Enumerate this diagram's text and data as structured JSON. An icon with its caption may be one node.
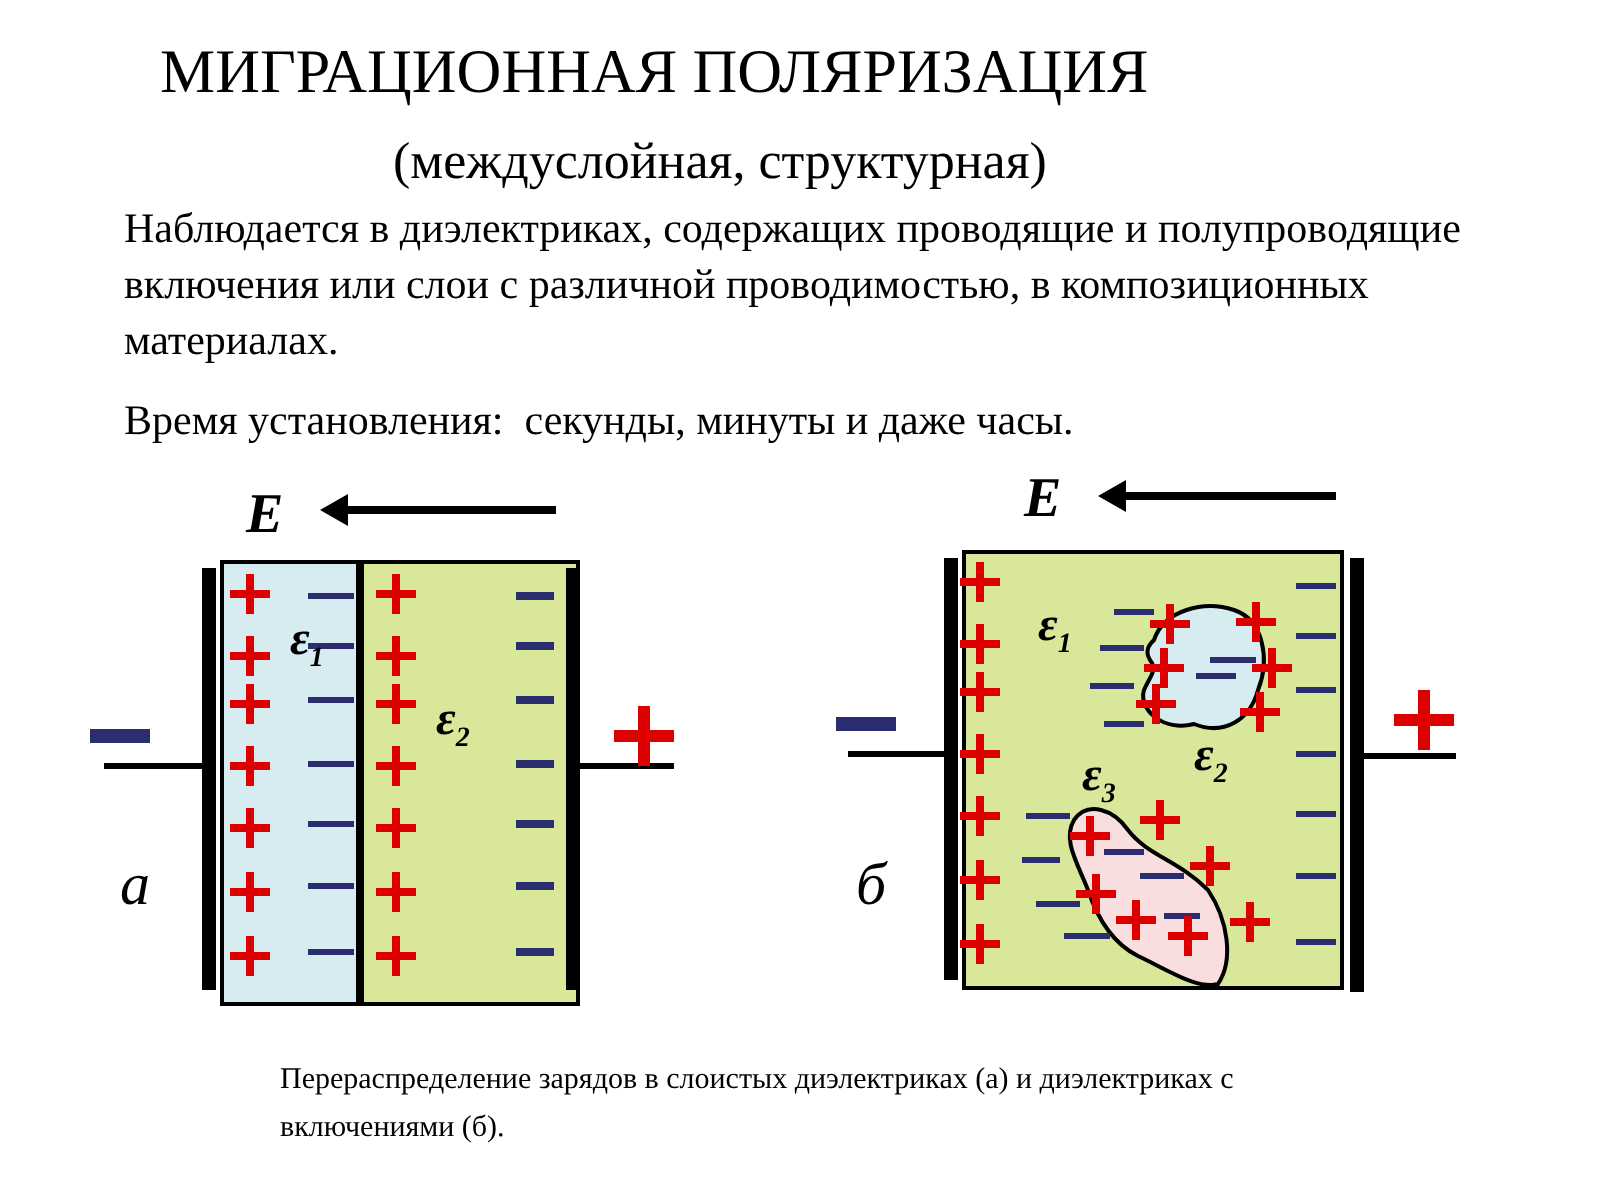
{
  "diagram": {
    "title": "МИГРАЦИОННАЯ ПОЛЯРИЗАЦИЯ",
    "caption": "Перераспределение зарядов в слоистых диэлектриках (а) и диэлектриках с включениями (б).",
    "nodes": [
      {
        "text": [
          "ε$_{1}$"
        ]
      },
      {
        "text": [
          "ε$_{2}$"
        ]
      },
      {
        "text": [
          "ε$_{1}$"
        ]
      },
      {
        "text": [
          "ε$_{2}$"
        ],
        "in": 2
      },
      {
        "text": [
          "ε$_{3}$"
        ],
        "in": 2
      }
    ],
    "labels": [
      "(междуслойная, структурная)",
      "Наблюдается в диэлектриках, содержащих проводящие и полупроводящие включения или слои с различной проводимостью, в композиционных материалах.",
      "Время установления:  секунды, минуты и даже часы.",
      "E",
      "E",
      "а",
      "б"
    ]
  }
}
